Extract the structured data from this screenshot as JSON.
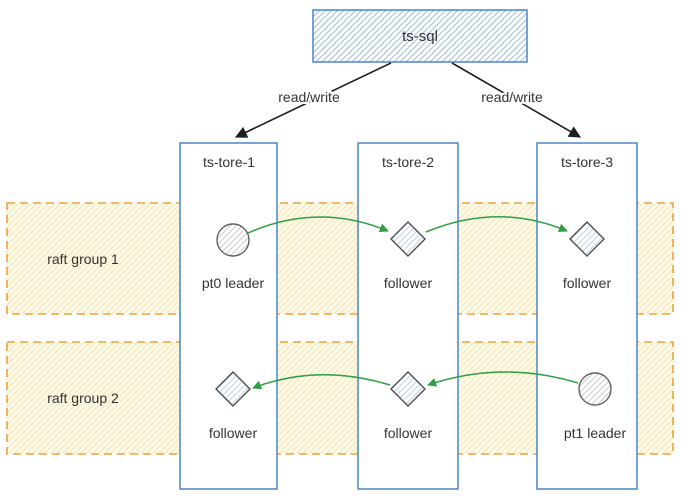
{
  "diagram": {
    "root": {
      "label": "ts-sql"
    },
    "edges": [
      {
        "label": "read/write",
        "from": "ts-sql",
        "to": "ts-tore-1"
      },
      {
        "label": "read/write",
        "from": "ts-sql",
        "to": "ts-tore-3"
      }
    ],
    "stores": [
      {
        "label": "ts-tore-1"
      },
      {
        "label": "ts-tore-2"
      },
      {
        "label": "ts-tore-3"
      }
    ],
    "groups": [
      {
        "label": "raft group 1",
        "flow": "left-to-right",
        "nodes": [
          {
            "shape": "circle",
            "role": "leader",
            "label": "pt0 leader",
            "store": "ts-tore-1"
          },
          {
            "shape": "diamond",
            "role": "follower",
            "label": "follower",
            "store": "ts-tore-2"
          },
          {
            "shape": "diamond",
            "role": "follower",
            "label": "follower",
            "store": "ts-tore-3"
          }
        ],
        "flows": [
          {
            "from": 0,
            "to": 1
          },
          {
            "from": 1,
            "to": 2
          }
        ]
      },
      {
        "label": "raft group 2",
        "flow": "right-to-left",
        "nodes": [
          {
            "shape": "diamond",
            "role": "follower",
            "label": "follower",
            "store": "ts-tore-1"
          },
          {
            "shape": "diamond",
            "role": "follower",
            "label": "follower",
            "store": "ts-tore-2"
          },
          {
            "shape": "circle",
            "role": "leader",
            "label": "pt1 leader",
            "store": "ts-tore-3"
          }
        ],
        "flows": [
          {
            "from": 2,
            "to": 1
          },
          {
            "from": 1,
            "to": 0
          }
        ]
      }
    ]
  },
  "colors": {
    "canvas_bg": "#ffffff",
    "blue": "#4a86c5",
    "hatch_blue": "#a6c9e8",
    "hatch_diamond": "#c2d9ee",
    "hatch_gray": "#d2d2d2",
    "band_fill": "#fdf9e4",
    "band_hatch": "#f3e9c5",
    "band_border": "#f0a23b",
    "green": "#2f9e44",
    "black": "#1f1f1f",
    "text": "#333333"
  }
}
